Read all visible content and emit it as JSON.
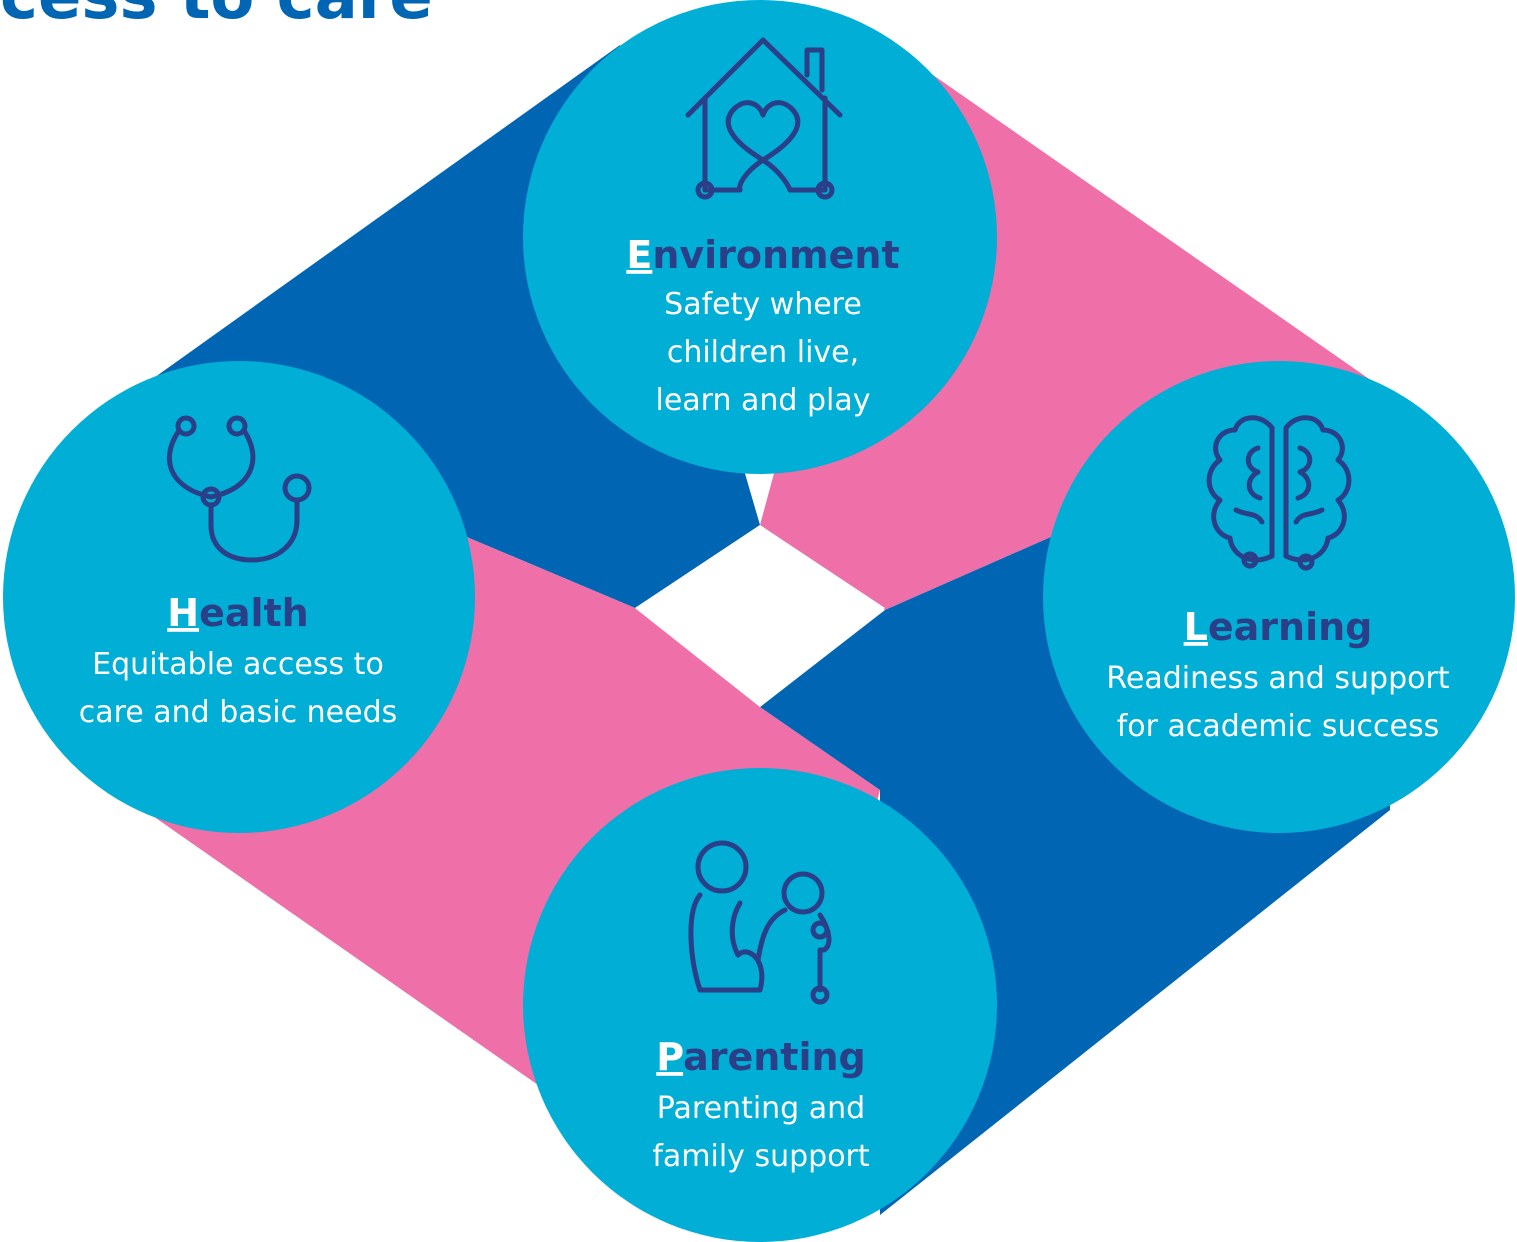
{
  "header": {
    "partial_title": "cess to care"
  },
  "colors": {
    "circle": "#00aed6",
    "band_blue": "#0066b3",
    "band_pink": "#ef6fa9",
    "icon": "#2a3f87",
    "text": "#ffffff",
    "initial_letter": "#2a3f87"
  },
  "nodes": {
    "environment": {
      "initial": "E",
      "title_rest": "nvironment",
      "description_lines": [
        "Safety where",
        "children live,",
        "learn and play"
      ],
      "icon": "house-heart-icon"
    },
    "health": {
      "initial": "H",
      "title_rest": "ealth",
      "description_lines": [
        "Equitable access to",
        "care and basic needs"
      ],
      "icon": "stethoscope-icon"
    },
    "learning": {
      "initial": "L",
      "title_rest": "earning",
      "description_lines": [
        "Readiness and support",
        "for academic success"
      ],
      "icon": "brain-icon"
    },
    "parenting": {
      "initial": "P",
      "title_rest": "arenting",
      "description_lines": [
        "Parenting and",
        "family support"
      ],
      "icon": "parent-child-icon"
    }
  }
}
